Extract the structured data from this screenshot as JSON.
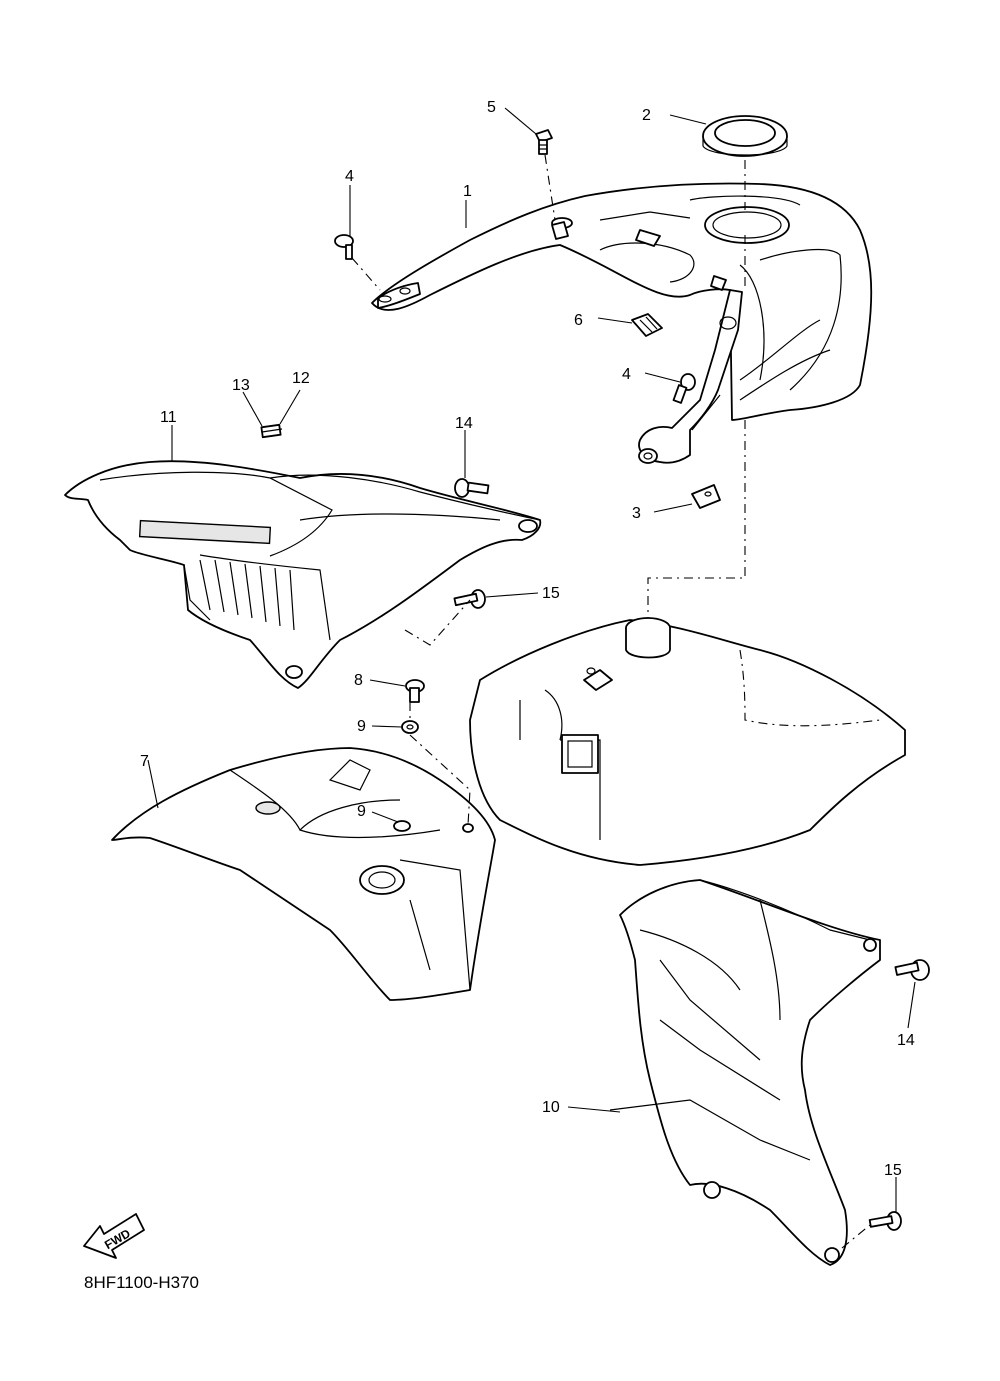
{
  "diagram_code": "8HF1100-H370",
  "fwd_label": "FWD",
  "callouts": {
    "c1": "1",
    "c2": "2",
    "c3": "3",
    "c4a": "4",
    "c4b": "4",
    "c5": "5",
    "c6": "6",
    "c7": "7",
    "c8": "8",
    "c9a": "9",
    "c9b": "9",
    "c10": "10",
    "c11": "11",
    "c12": "12",
    "c13": "13",
    "c14a": "14",
    "c14b": "14",
    "c15a": "15",
    "c15b": "15"
  }
}
